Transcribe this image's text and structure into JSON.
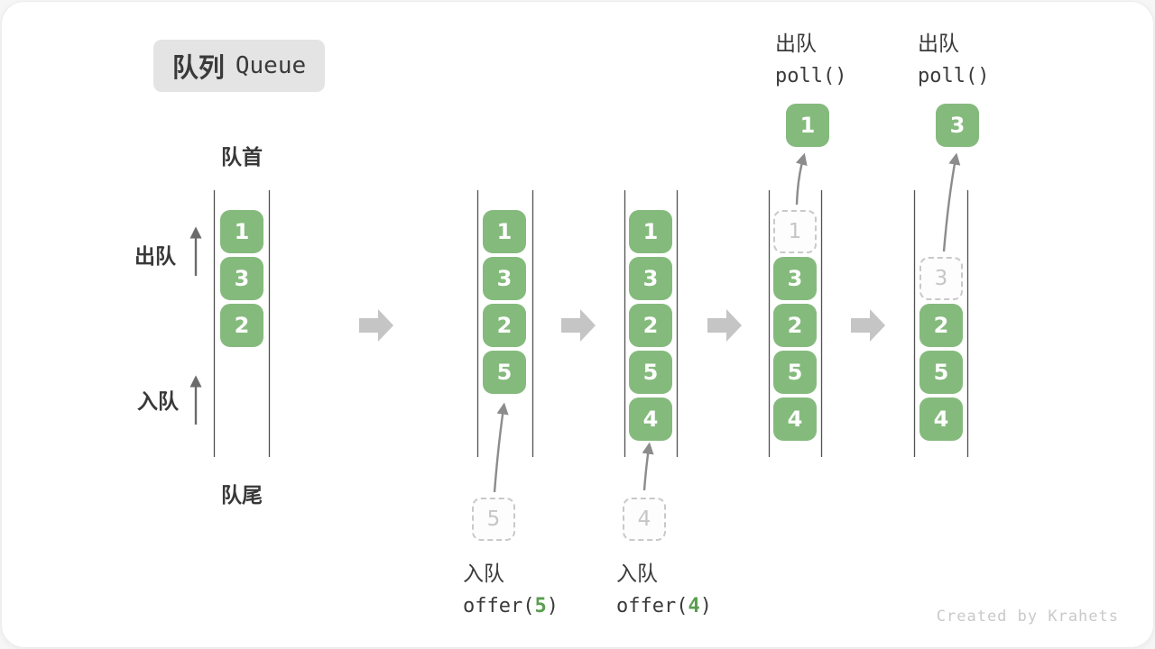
{
  "title": {
    "zh": "队列",
    "en": "Queue"
  },
  "side_labels": {
    "front": "队首",
    "rear": "队尾",
    "dequeue": "出队",
    "enqueue": "入队"
  },
  "columns": [
    {
      "boxes": [
        "1",
        "3",
        "2"
      ]
    },
    {
      "boxes": [
        "1",
        "3",
        "2",
        "5"
      ],
      "incoming": "5",
      "annotation": {
        "action": "入队",
        "code_pre": "offer(",
        "code_arg": "5",
        "code_post": ")"
      }
    },
    {
      "boxes": [
        "1",
        "3",
        "2",
        "5",
        "4"
      ],
      "incoming": "4",
      "annotation": {
        "action": "入队",
        "code_pre": "offer(",
        "code_arg": "4",
        "code_post": ")"
      }
    },
    {
      "removed": "1",
      "boxes": [
        "3",
        "2",
        "5",
        "4"
      ],
      "popped": "1",
      "annotation": {
        "action": "出队",
        "code": "poll()"
      }
    },
    {
      "removed": "3",
      "boxes": [
        "2",
        "5",
        "4"
      ],
      "popped": "3",
      "annotation": {
        "action": "出队",
        "code": "poll()"
      }
    }
  ],
  "colors": {
    "item_green": "#85ba7d",
    "code_arg_green": "#5a9e4f",
    "block_arrow_gray": "#c5c5c5",
    "dashed_gray": "#c9c9c9",
    "rail_line": "#525252"
  },
  "watermark": "Created by Krahets"
}
